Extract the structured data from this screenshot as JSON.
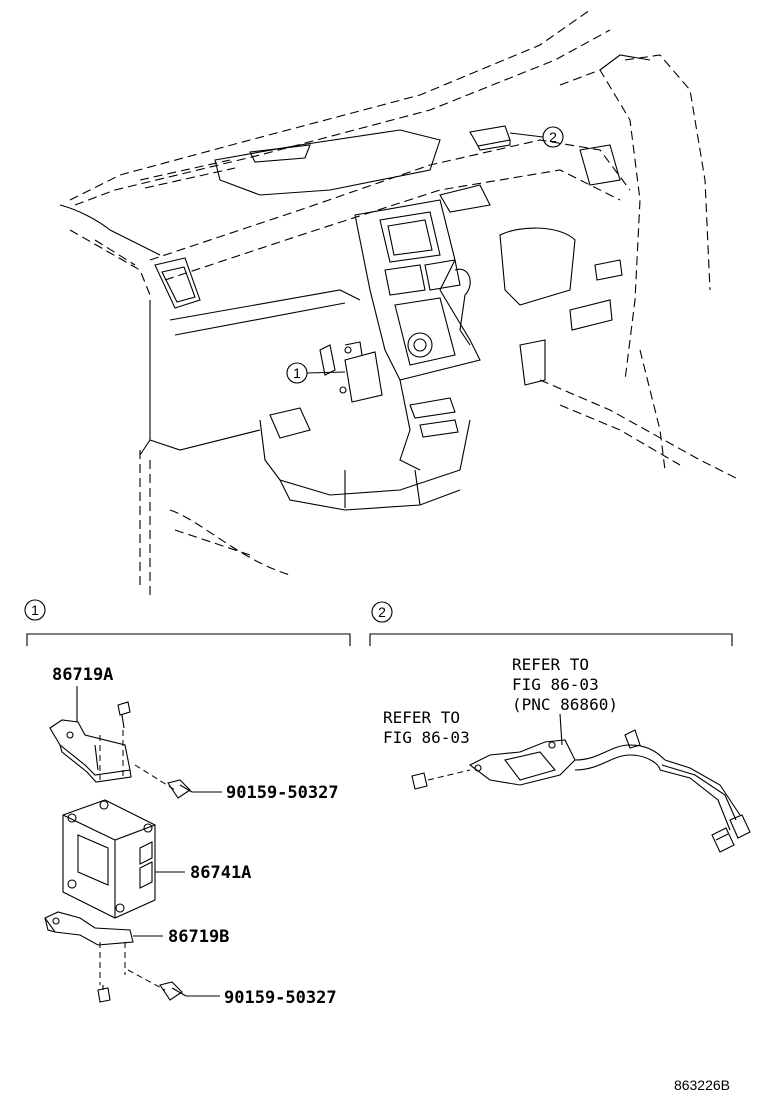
{
  "callouts": {
    "one": "1",
    "two": "2"
  },
  "section1": {
    "bracket_label": "86719A",
    "bolt_top": "90159-50327",
    "module": "86741A",
    "bracket_b": "86719B",
    "bolt_bottom": "90159-50327"
  },
  "section2": {
    "refer_left_line1": "REFER TO",
    "refer_left_line2": "FIG 86-03",
    "refer_right_line1": "REFER TO",
    "refer_right_line2": "FIG 86-03",
    "refer_right_line3": "(PNC 86860)"
  },
  "figure_code": "863226B"
}
